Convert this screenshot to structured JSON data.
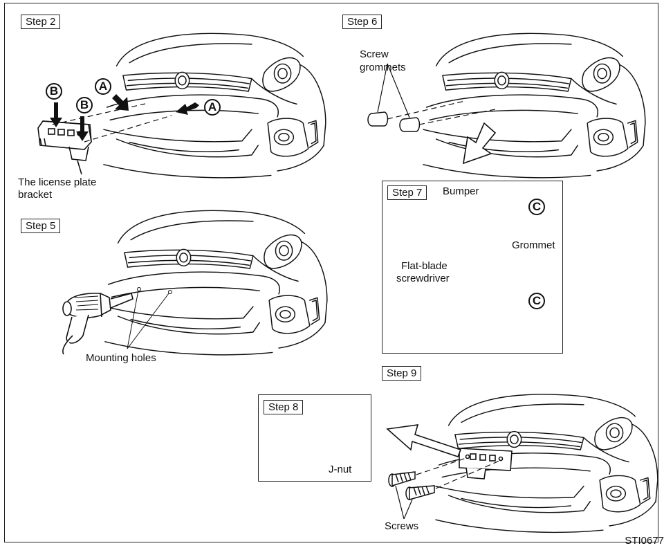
{
  "steps": {
    "step2": "Step 2",
    "step5": "Step 5",
    "step6": "Step 6",
    "step7": "Step 7",
    "step8": "Step 8",
    "step9": "Step 9"
  },
  "labels": {
    "bracket_line1": "The license plate",
    "bracket_line2": "bracket",
    "mounting_holes": "Mounting holes",
    "screw_grommets_line1": "Screw",
    "screw_grommets_line2": "grommets",
    "bumper": "Bumper",
    "grommet": "Grommet",
    "screwdriver_line1": "Flat-blade",
    "screwdriver_line2": "screwdriver",
    "j_nut": "J-nut",
    "screws": "Screws"
  },
  "callouts": {
    "a": "A",
    "b": "B",
    "c": "C"
  },
  "figure_code": "STI0677"
}
